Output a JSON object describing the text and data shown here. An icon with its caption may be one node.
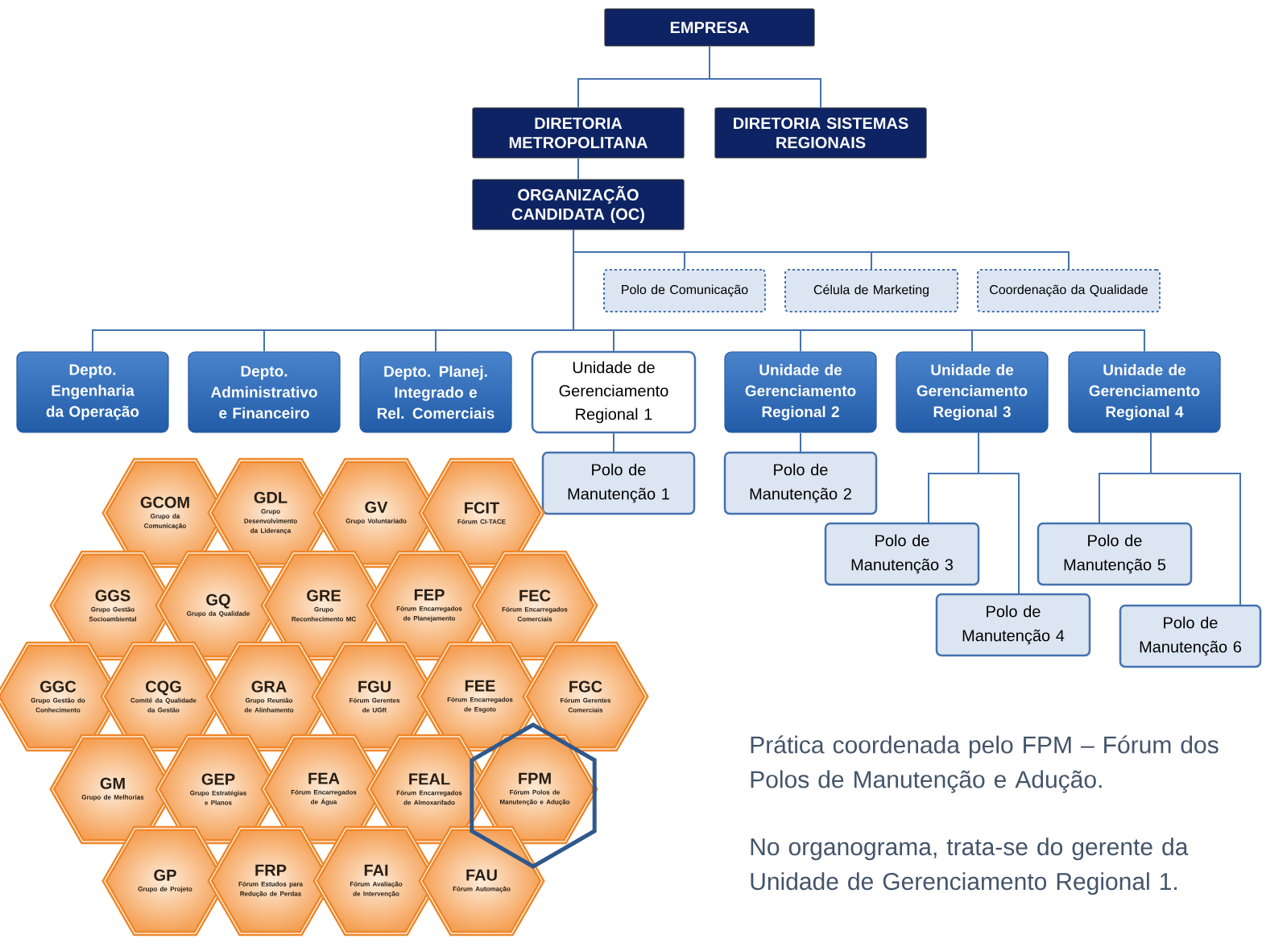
{
  "diagram": {
    "nodes": [
      {
        "text": [
          "EMPRESA"
        ]
      },
      {
        "text": [
          "DIRETORIA METROPOLITANA"
        ]
      },
      {
        "text": [
          "DIRETORIA SISTEMAS REGIONAIS"
        ]
      },
      {
        "text": [
          "ORGANIZAÇÃO CANDIDATA (OC)"
        ]
      },
      {
        "text": [
          "Polo de Comunicação"
        ]
      },
      {
        "text": [
          "Célula de Marketing"
        ]
      },
      {
        "text": [
          "Coordenação da Qualidade"
        ]
      },
      {
        "text": [
          "Depto. Engenharia da Operação"
        ]
      },
      {
        "text": [
          "Depto. Administrativo e Financeiro"
        ]
      },
      {
        "text": [
          "Depto. Planej. Integrado e Rel. Comerciais"
        ]
      },
      {
        "text": [
          "Unidade de Gerenciamento Regional 1"
        ]
      },
      {
        "text": [
          "Unidade de Gerenciamento Regional 2"
        ]
      },
      {
        "text": [
          "Unidade de Gerenciamento Regional 3"
        ]
      },
      {
        "text": [
          "Unidade de Gerenciamento Regional 4"
        ]
      },
      {
        "text": [
          "Polo de Manutenção 1"
        ]
      },
      {
        "text": [
          "Polo de Manutenção 2"
        ]
      },
      {
        "text": [
          "Polo de Manutenção 3"
        ]
      },
      {
        "text": [
          "Polo de Manutenção 4"
        ]
      },
      {
        "text": [
          "Polo de Manutenção 5"
        ]
      },
      {
        "text": [
          "Polo de Manutenção 6"
        ]
      },
      {
        "text": [
          "GCOM",
          "Grupo da Comunicação"
        ]
      },
      {
        "text": [
          "GDL",
          "Grupo Desenvolvimento da Liderança"
        ]
      },
      {
        "text": [
          "GV",
          "Grupo Voluntariado"
        ]
      },
      {
        "text": [
          "FCIT",
          "Fórum CI-TACE"
        ]
      },
      {
        "text": [
          "GGS",
          "Grupo Gestão Socioambiental"
        ]
      },
      {
        "text": [
          "GQ",
          "Grupo da Qualidade"
        ]
      },
      {
        "text": [
          "GRE",
          "Grupo Reconhecimento MC"
        ]
      },
      {
        "text": [
          "FEP",
          "Fórum Encarregados de Planejamento"
        ]
      },
      {
        "text": [
          "FEC",
          "Fórum Encarregados Comerciais"
        ]
      },
      {
        "text": [
          "GGC",
          "Grupo Gestão do Conhecimento"
        ]
      },
      {
        "text": [
          "CQG",
          "Comitê da Qualidade da Gestão"
        ]
      },
      {
        "text": [
          "GRA",
          "Grupo Reunião de Alinhamento"
        ]
      },
      {
        "text": [
          "FGU",
          "Fórum Gerentes de UGR"
        ]
      },
      {
        "text": [
          "FEE",
          "Fórum Encarregados de Esgoto"
        ]
      },
      {
        "text": [
          "FGC",
          "Fórum Gerentes Comerciais"
        ]
      },
      {
        "text": [
          "GM",
          "Grupo de Melhorias"
        ]
      },
      {
        "text": [
          "GEP",
          "Grupo Estratégias e Planos"
        ]
      },
      {
        "text": [
          "FEA",
          "Fórum Encarregados de Água"
        ]
      },
      {
        "text": [
          "FEAL",
          "Fórum Encarregados de Almoxarifado"
        ]
      },
      {
        "text": [
          "FPM",
          "Fórum Polos de Manutenção e Adução"
        ]
      },
      {
        "text": [
          "GP",
          "Grupo de Projeto"
        ]
      },
      {
        "text": [
          "FRP",
          "Fórum Estudos para Redução de Perdas"
        ]
      },
      {
        "text": [
          "FAI",
          "Fórum Avaliação de Intervenção"
        ]
      },
      {
        "text": [
          "FAU",
          "Fórum Automação"
        ]
      }
    ],
    "edges": [
      {
        "from": 0,
        "to": 1,
        "arrow": "none"
      },
      {
        "from": 0,
        "to": 2,
        "arrow": "none"
      },
      {
        "from": 1,
        "to": 3,
        "arrow": "none"
      },
      {
        "from": 3,
        "to": 4,
        "arrow": "none"
      },
      {
        "from": 3,
        "to": 5,
        "arrow": "none"
      },
      {
        "from": 3,
        "to": 6,
        "arrow": "none"
      },
      {
        "from": 3,
        "to": 7,
        "arrow": "none"
      },
      {
        "from": 3,
        "to": 8,
        "arrow": "none"
      },
      {
        "from": 3,
        "to": 9,
        "arrow": "none"
      },
      {
        "from": 3,
        "to": 10,
        "arrow": "none"
      },
      {
        "from": 3,
        "to": 11,
        "arrow": "none"
      },
      {
        "from": 3,
        "to": 12,
        "arrow": "none"
      },
      {
        "from": 3,
        "to": 13,
        "arrow": "none"
      },
      {
        "from": 10,
        "to": 14,
        "arrow": "none"
      },
      {
        "from": 11,
        "to": 15,
        "arrow": "none"
      },
      {
        "from": 12,
        "to": 16,
        "arrow": "none"
      },
      {
        "from": 12,
        "to": 17,
        "arrow": "none"
      },
      {
        "from": 13,
        "to": 18,
        "arrow": "none"
      },
      {
        "from": 13,
        "to": 19,
        "arrow": "none"
      }
    ],
    "labels": [
      "Prática coordenada pelo FPM – Fórum dos Polos de Manutenção e Adução.",
      "No organograma, trata-se do gerente da Unidade de Gerenciamento Regional 1."
    ]
  }
}
